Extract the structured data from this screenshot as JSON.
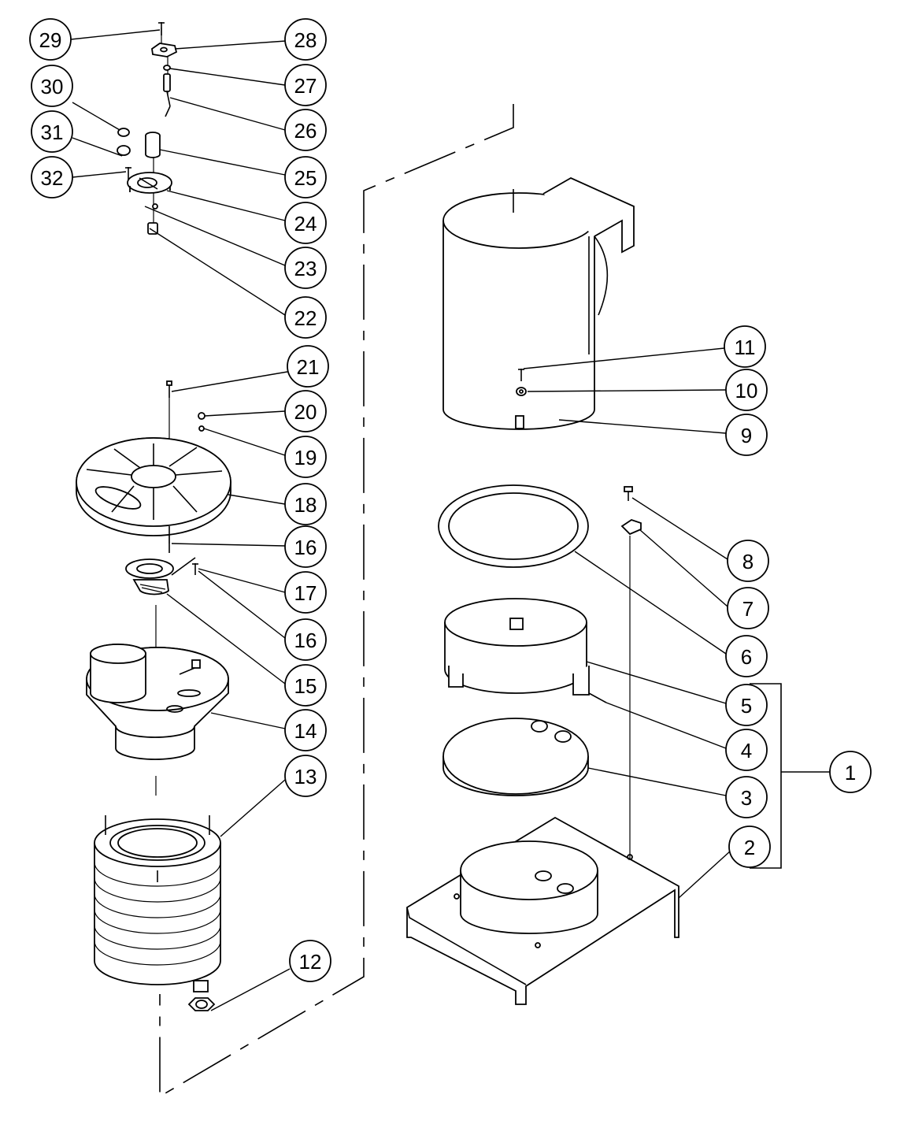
{
  "diagram": {
    "type": "exploded-parts-diagram",
    "callouts": [
      {
        "id": "callout-1",
        "label": "1"
      },
      {
        "id": "callout-2",
        "label": "2"
      },
      {
        "id": "callout-3",
        "label": "3"
      },
      {
        "id": "callout-4",
        "label": "4"
      },
      {
        "id": "callout-5",
        "label": "5"
      },
      {
        "id": "callout-6",
        "label": "6"
      },
      {
        "id": "callout-7",
        "label": "7"
      },
      {
        "id": "callout-8",
        "label": "8"
      },
      {
        "id": "callout-9",
        "label": "9"
      },
      {
        "id": "callout-10",
        "label": "10"
      },
      {
        "id": "callout-11",
        "label": "11"
      },
      {
        "id": "callout-12",
        "label": "12"
      },
      {
        "id": "callout-13",
        "label": "13"
      },
      {
        "id": "callout-14",
        "label": "14"
      },
      {
        "id": "callout-15",
        "label": "15"
      },
      {
        "id": "callout-16a",
        "label": "16"
      },
      {
        "id": "callout-16b",
        "label": "16"
      },
      {
        "id": "callout-17",
        "label": "17"
      },
      {
        "id": "callout-18",
        "label": "18"
      },
      {
        "id": "callout-19",
        "label": "19"
      },
      {
        "id": "callout-20",
        "label": "20"
      },
      {
        "id": "callout-21",
        "label": "21"
      },
      {
        "id": "callout-22",
        "label": "22"
      },
      {
        "id": "callout-23",
        "label": "23"
      },
      {
        "id": "callout-24",
        "label": "24"
      },
      {
        "id": "callout-25",
        "label": "25"
      },
      {
        "id": "callout-26",
        "label": "26"
      },
      {
        "id": "callout-27",
        "label": "27"
      },
      {
        "id": "callout-28",
        "label": "28"
      },
      {
        "id": "callout-29",
        "label": "29"
      },
      {
        "id": "callout-30",
        "label": "30"
      },
      {
        "id": "callout-31",
        "label": "31"
      },
      {
        "id": "callout-32",
        "label": "32"
      }
    ]
  }
}
